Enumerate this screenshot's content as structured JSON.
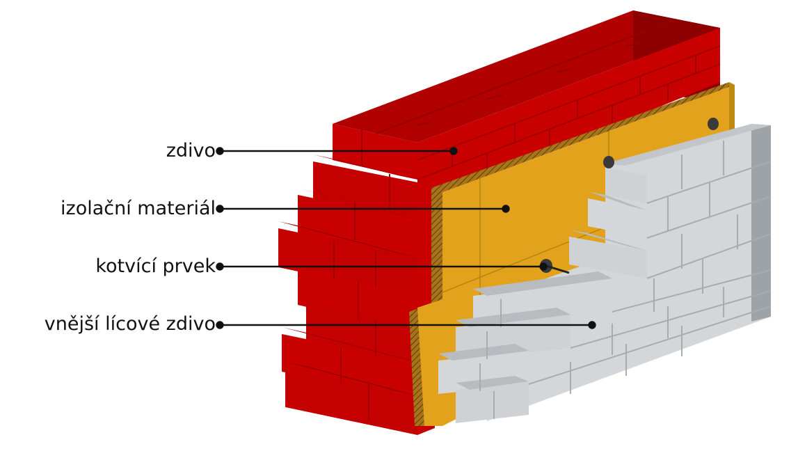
{
  "labels": {
    "wall": "zdivo",
    "insulation": "izolační materiál",
    "anchor": "kotvící prvek",
    "facing": "vnější lícové zdivo"
  },
  "colors": {
    "brick_front": "#c90000",
    "brick_top": "#a80000",
    "brick_side": "#8e0000",
    "insulation": "#e3a21b",
    "insulation_edge": "#bf8a14",
    "cavity_hatch": "#6b4a10",
    "facing_front": "#d4d7da",
    "facing_top": "#c2c6ca",
    "facing_side": "#9ea3a8",
    "leader": "#111111"
  }
}
